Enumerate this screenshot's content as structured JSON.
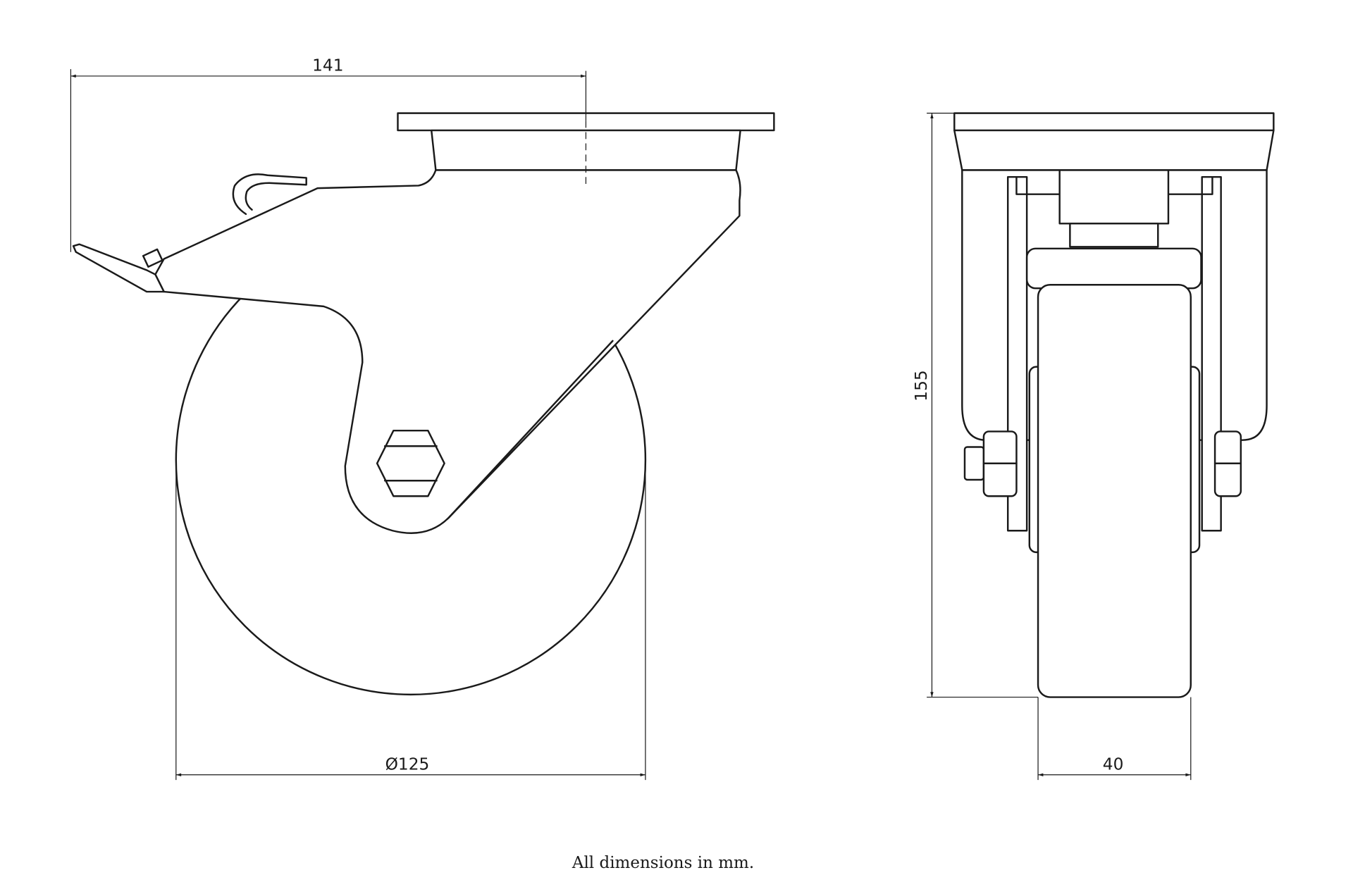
{
  "drawing": {
    "title": "Swivel castor with brake",
    "dimensions": {
      "total_length": "141",
      "wheel_diameter": "Ø125",
      "total_height": "155",
      "wheel_width": "40"
    },
    "footnote": "All dimensions in mm."
  }
}
